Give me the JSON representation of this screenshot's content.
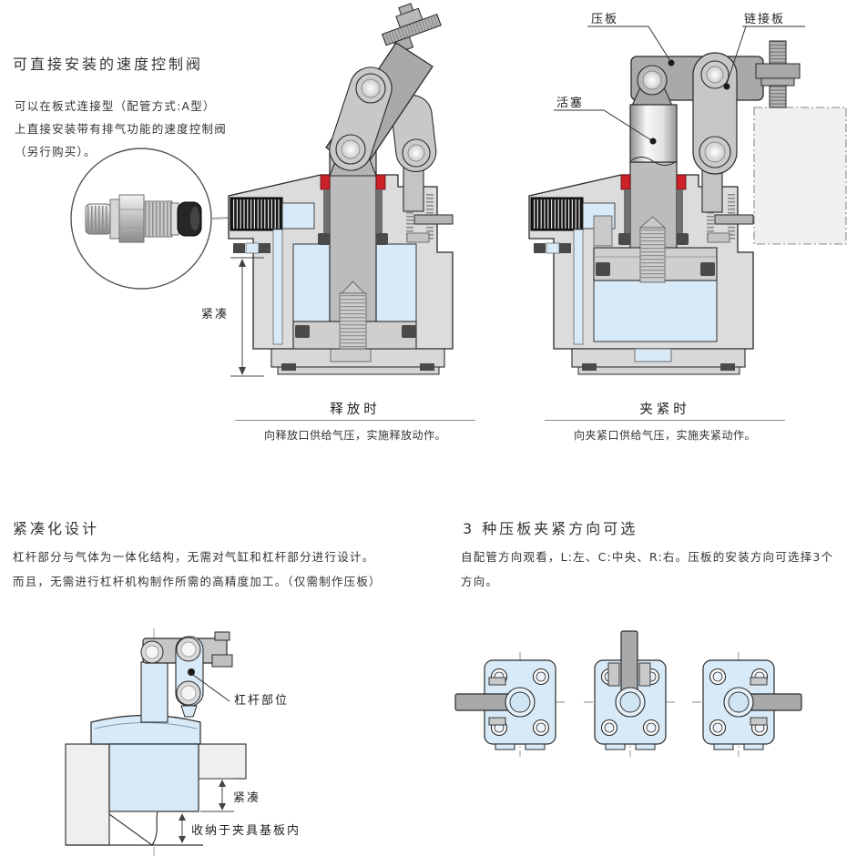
{
  "speed_valve": {
    "heading": "可直接安装的速度控制阀",
    "lines": [
      "可以在板式连接型（配管方式:A型）",
      "上直接安装带有排气功能的速度控制阀",
      "（另行购买）。"
    ]
  },
  "release_diagram": {
    "dimension_label": "紧凑",
    "caption_title": "释放时",
    "caption_text": "向释放口供给气压，实施释放动作。"
  },
  "clamp_diagram": {
    "label_pressure_plate": "压板",
    "label_link_plate": "链接板",
    "label_piston": "活塞",
    "caption_title": "夹紧时",
    "caption_text": "向夹紧口供给气压，实施夹紧动作。"
  },
  "compact_design": {
    "heading": "紧凑化设计",
    "lines": [
      "杠杆部分与气体为一体化结构，无需对气缸和杠杆部分进行设计。",
      "而且，无需进行杠杆机构制作所需的高精度加工。（仅需制作压板）"
    ]
  },
  "directions": {
    "heading": "3 种压板夹紧方向可选",
    "lines": [
      "自配管方向观看，L:左、C:中央、R:右。压板的安装方向可选择3个",
      "方向。"
    ]
  },
  "embedded_diagram": {
    "label_lever": "杠杆部位",
    "dimension_label": "紧凑",
    "label_housed": "收纳于夹具基板内"
  },
  "colors": {
    "chamber_blue": "#d8eaf7",
    "seal_red": "#cc2128",
    "body_gray": "#dcdcdc",
    "plate_gray": "#efefef",
    "arm_gray": "#a9a9a9",
    "link_gray": "#c8c8c8",
    "outline": "#2a2a2a"
  }
}
